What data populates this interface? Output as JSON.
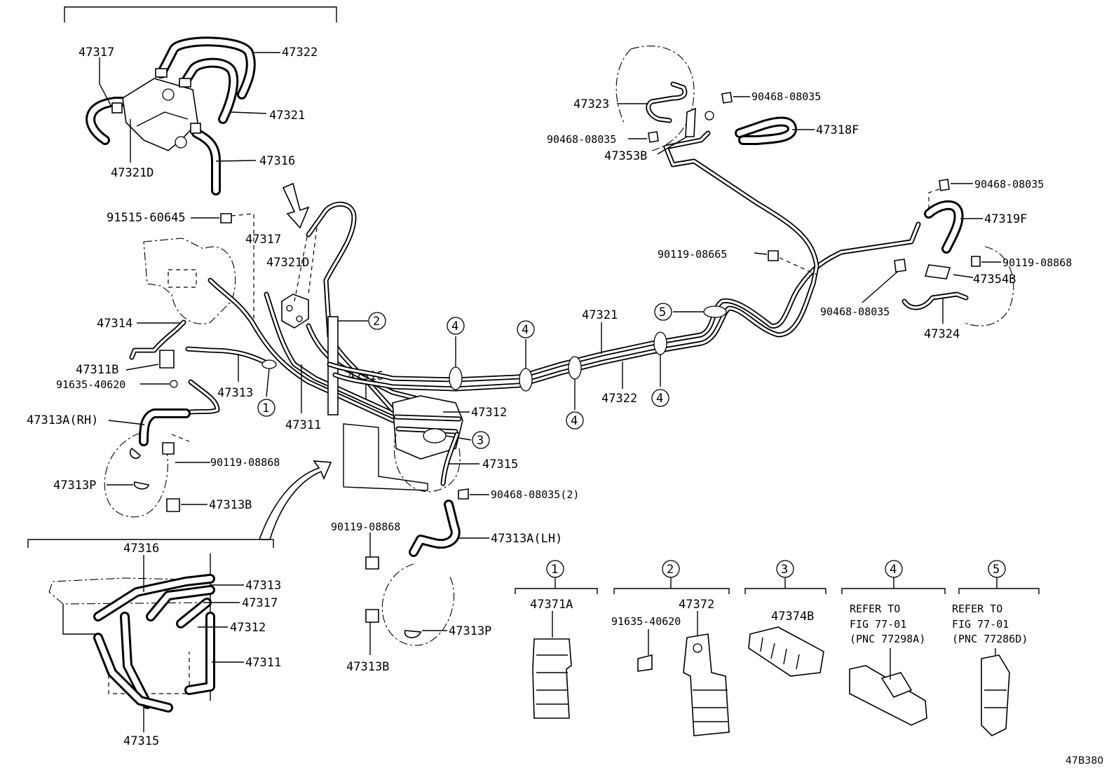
{
  "diagram": {
    "code": "47B380",
    "labels": {
      "p47317_top": "47317",
      "p47322_top": "47322",
      "p47321_top": "47321",
      "p47316_top": "47316",
      "p47321D_top": "47321D",
      "p91515": "91515-60645",
      "p47317_mid": "47317",
      "p47321D_mid": "47321D",
      "p47314": "47314",
      "p47311B": "47311B",
      "p91635_left": "91635-40620",
      "p47313": "47313",
      "p47313A_RH": "47313A(RH)",
      "p90119_left": "90119-08868",
      "p47313P_left": "47313P",
      "p47313B_left": "47313B",
      "p47311_mid": "47311",
      "p47316_mid": "47316",
      "p47312_mid": "47312",
      "p47315_mid": "47315",
      "p90468_2": "90468-08035(2)",
      "p47313A_LH": "47313A(LH)",
      "p90119_lh": "90119-08868",
      "p47313P_lh": "47313P",
      "p47313B_lh": "47313B",
      "p47321_main": "47321",
      "p47322_main": "47322",
      "p47323": "47323",
      "p90468_r1": "90468-08035",
      "p90468_r2": "90468-08035",
      "p47353B": "47353B",
      "p47318F": "47318F",
      "p90468_r3": "90468-08035",
      "p47319F": "47319F",
      "p90119_r": "90119-08665",
      "p90119_r2": "90119-08868",
      "p47354B": "47354B",
      "p90468_r4": "90468-08035",
      "p47324": "47324",
      "inset_47316": "47316",
      "inset_47313": "47313",
      "inset_47317": "47317",
      "inset_47312": "47312",
      "inset_47311": "47311",
      "inset_47315": "47315"
    },
    "callouts": {
      "c1": "1",
      "c2": "2",
      "c3": "3",
      "c4": "4",
      "c5": "5"
    },
    "clamps": {
      "k1_num": "1",
      "k1_part": "47371A",
      "k2_num": "2",
      "k2_part": "47372",
      "k2_bolt": "91635-40620",
      "k3_num": "3",
      "k3_part": "47374B",
      "k4_num": "4",
      "k4_line1": "REFER TO",
      "k4_line2": "FIG 77-01",
      "k4_line3": "(PNC 77298A)",
      "k5_num": "5",
      "k5_line1": "REFER TO",
      "k5_line2": "FIG 77-01",
      "k5_line3": "(PNC 77286D)"
    }
  }
}
